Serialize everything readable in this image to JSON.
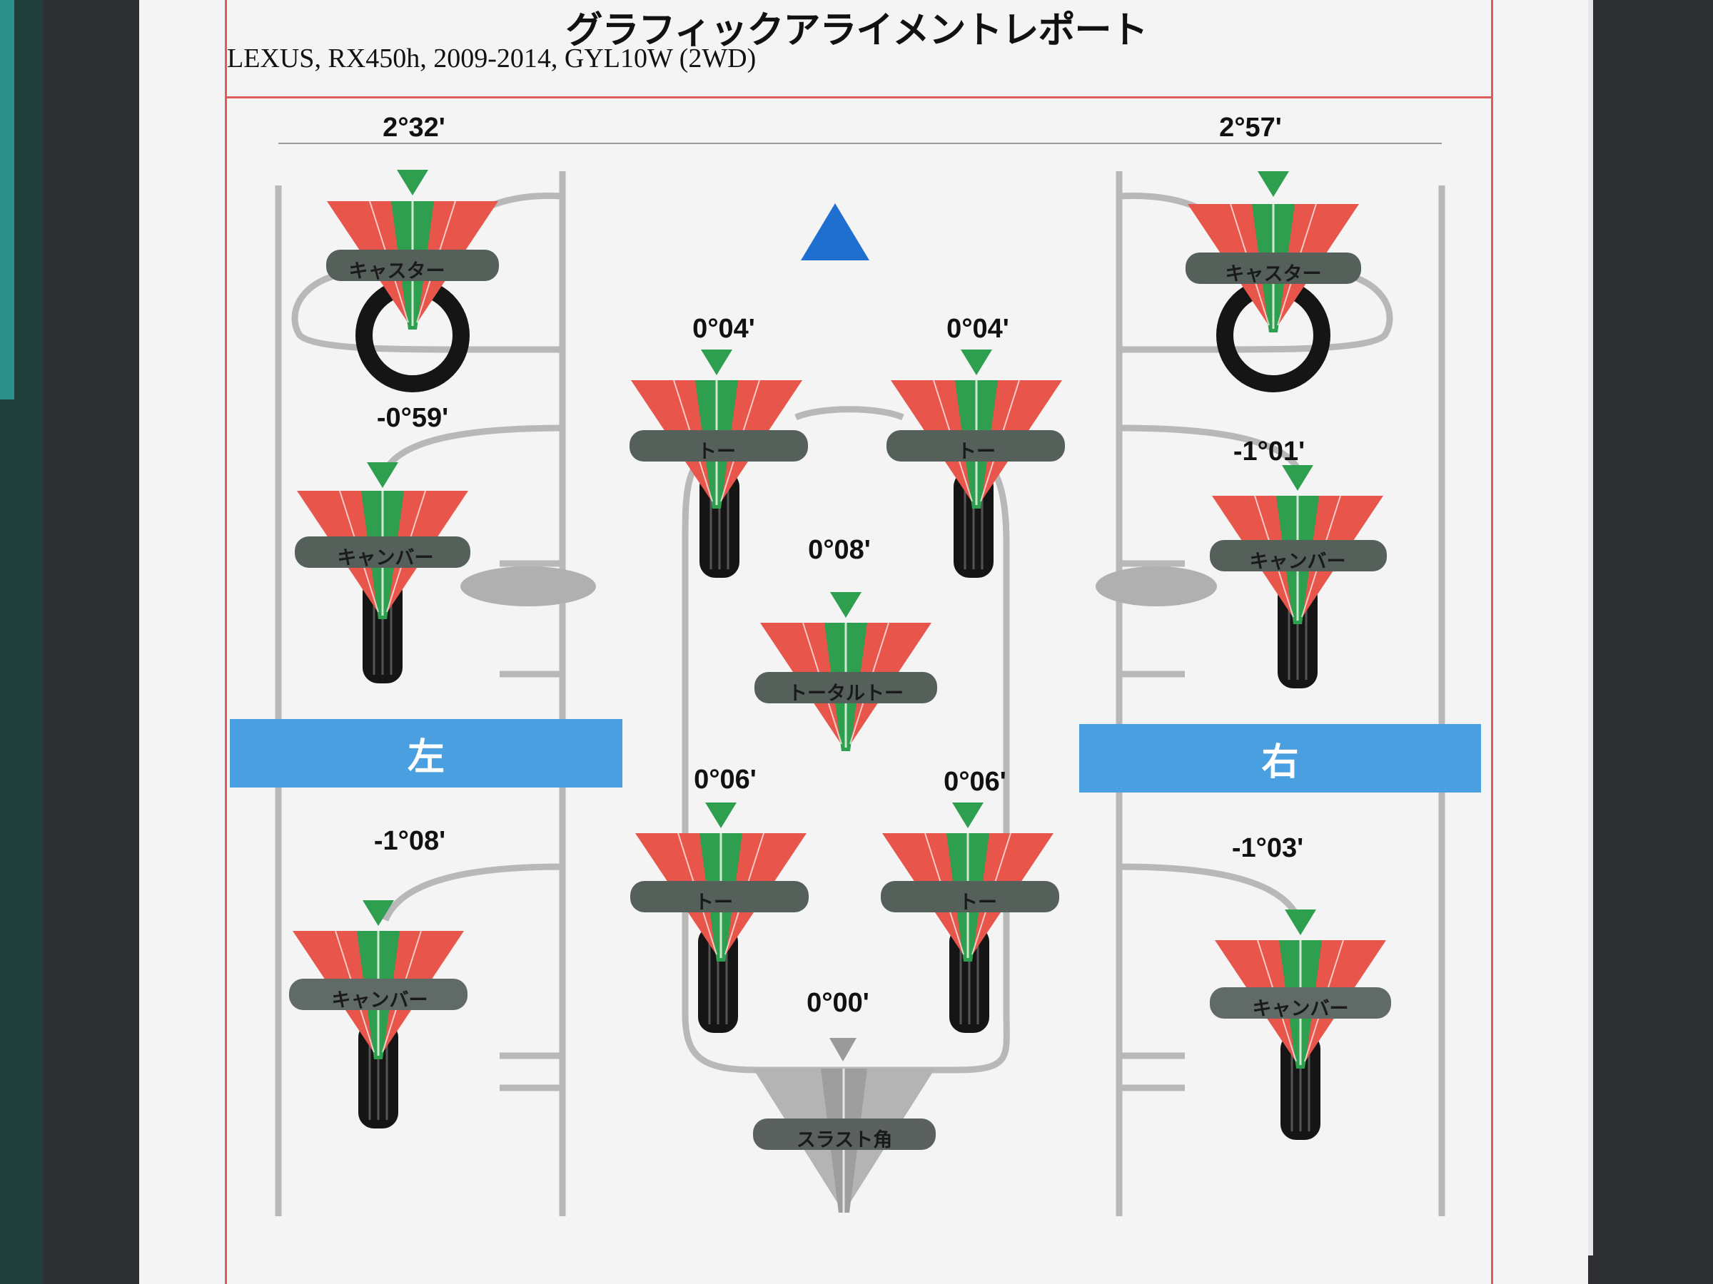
{
  "report": {
    "title": "グラフィックアライメントレポート",
    "vehicle": "LEXUS, RX450h, 2009-2014, GYL10W (2WD)"
  },
  "left": {
    "side_label": "左",
    "caster_value": "2°32'",
    "front_camber_value": "-0°59'",
    "rear_camber_value": "-1°08'"
  },
  "right": {
    "side_label": "右",
    "caster_value": "2°57'",
    "front_camber_value": "-1°01'",
    "rear_camber_value": "-1°03'"
  },
  "center": {
    "front_left_toe": "0°04'",
    "front_right_toe": "0°04'",
    "total_toe": "0°08'",
    "rear_left_toe": "0°06'",
    "rear_right_toe": "0°06'",
    "thrust_angle": "0°00'"
  },
  "labels": {
    "caster": "キャスター",
    "camber": "キャンバー",
    "toe": "トー",
    "total_toe": "トータルトー",
    "thrust": "スラスト角"
  },
  "colors": {
    "red": "#e8554a",
    "green": "#2e9e4f",
    "gauge_band": "#55605a",
    "blue_arrow": "#1f6fd1",
    "side_button": "#4a9fe0",
    "frame": "#e05a5a"
  }
}
